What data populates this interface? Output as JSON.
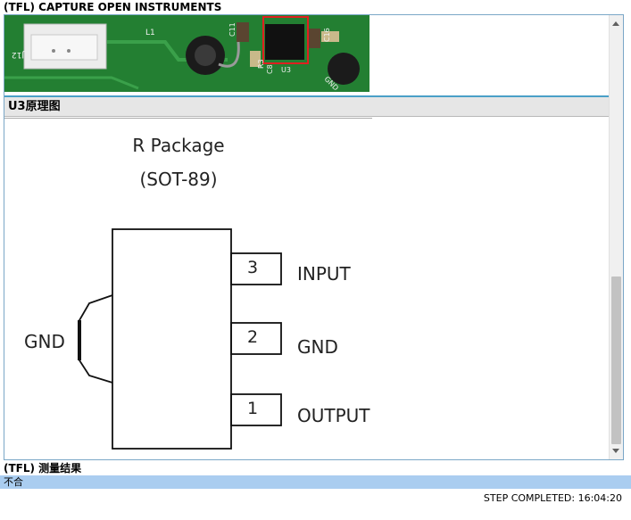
{
  "window": {
    "title": "(TFL) CAPTURE OPEN INSTRUMENTS"
  },
  "photo": {
    "labels": [
      "J12",
      "C11",
      "L1",
      "R3",
      "C8",
      "U3",
      "C16",
      "GND"
    ]
  },
  "section": {
    "title": "U3原理图"
  },
  "schematic": {
    "package_name": "R Package",
    "package_type": "(SOT-89)",
    "tab_label": "GND",
    "pins": [
      {
        "number": "3",
        "label": "INPUT"
      },
      {
        "number": "2",
        "label": "GND"
      },
      {
        "number": "1",
        "label": "OUTPUT"
      }
    ]
  },
  "result": {
    "title": "(TFL) 测量结果",
    "value": "不合"
  },
  "status": {
    "step_completed": "STEP COMPLETED: 16:04:20"
  },
  "colors": {
    "pcb_green": "#1f7a2e",
    "frame_border": "#7aa7c7",
    "highlight_box": "#e02020",
    "result_bar": "#aacdf0"
  }
}
